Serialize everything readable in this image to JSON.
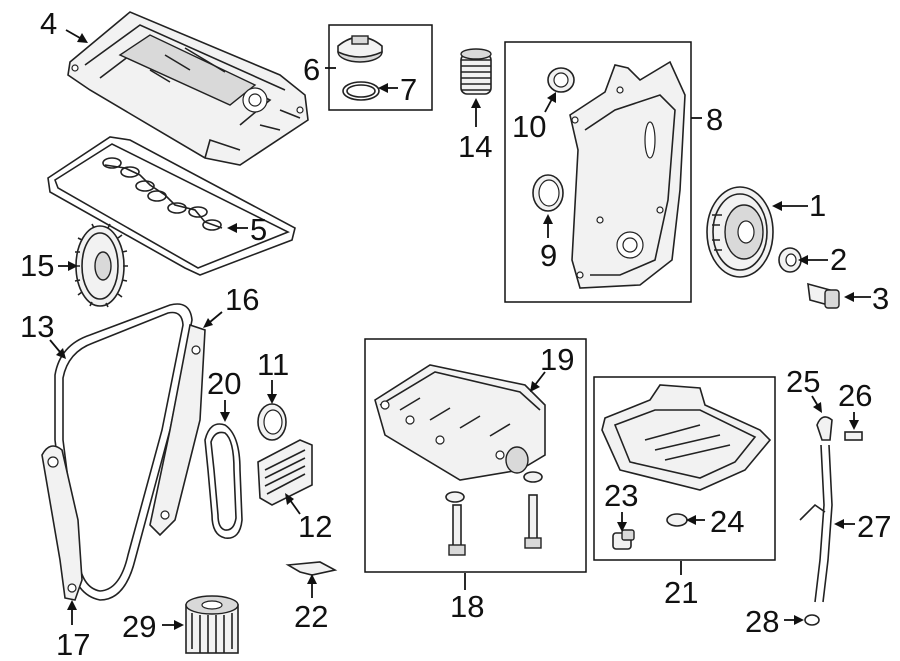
{
  "diagram": {
    "type": "exploded-parts-diagram",
    "callouts": [
      {
        "id": "c1",
        "label": "1"
      },
      {
        "id": "c2",
        "label": "2"
      },
      {
        "id": "c3",
        "label": "3"
      },
      {
        "id": "c4",
        "label": "4"
      },
      {
        "id": "c5",
        "label": "5"
      },
      {
        "id": "c6",
        "label": "6"
      },
      {
        "id": "c7",
        "label": "7"
      },
      {
        "id": "c8",
        "label": "8"
      },
      {
        "id": "c9",
        "label": "9"
      },
      {
        "id": "c10",
        "label": "10"
      },
      {
        "id": "c11",
        "label": "11"
      },
      {
        "id": "c12",
        "label": "12"
      },
      {
        "id": "c13",
        "label": "13"
      },
      {
        "id": "c14",
        "label": "14"
      },
      {
        "id": "c15",
        "label": "15"
      },
      {
        "id": "c16",
        "label": "16"
      },
      {
        "id": "c17",
        "label": "17"
      },
      {
        "id": "c18",
        "label": "18"
      },
      {
        "id": "c19",
        "label": "19"
      },
      {
        "id": "c20",
        "label": "20"
      },
      {
        "id": "c21",
        "label": "21"
      },
      {
        "id": "c22",
        "label": "22"
      },
      {
        "id": "c23",
        "label": "23"
      },
      {
        "id": "c24",
        "label": "24"
      },
      {
        "id": "c25",
        "label": "25"
      },
      {
        "id": "c26",
        "label": "26"
      },
      {
        "id": "c27",
        "label": "27"
      },
      {
        "id": "c28",
        "label": "28"
      },
      {
        "id": "c29",
        "label": "29"
      }
    ],
    "parts": [
      "valve-cover",
      "valve-cover-gasket",
      "oil-filler-cap",
      "filler-cap-seal",
      "camshaft-sprocket",
      "timing-cover",
      "front-seal",
      "crank-seal",
      "crankshaft-pulley",
      "pulley-washer",
      "pulley-bolt",
      "timing-chain",
      "chain-guide",
      "chain-tensioner-arm",
      "balance-shaft-chain",
      "rear-seal",
      "oil-pump-screen",
      "balance-shaft-module",
      "oil-pan",
      "drain-plug",
      "pan-gasket-seal",
      "dipstick-handle",
      "dipstick-clip",
      "dipstick-tube",
      "tube-o-ring",
      "oil-filter",
      "baffle"
    ]
  }
}
